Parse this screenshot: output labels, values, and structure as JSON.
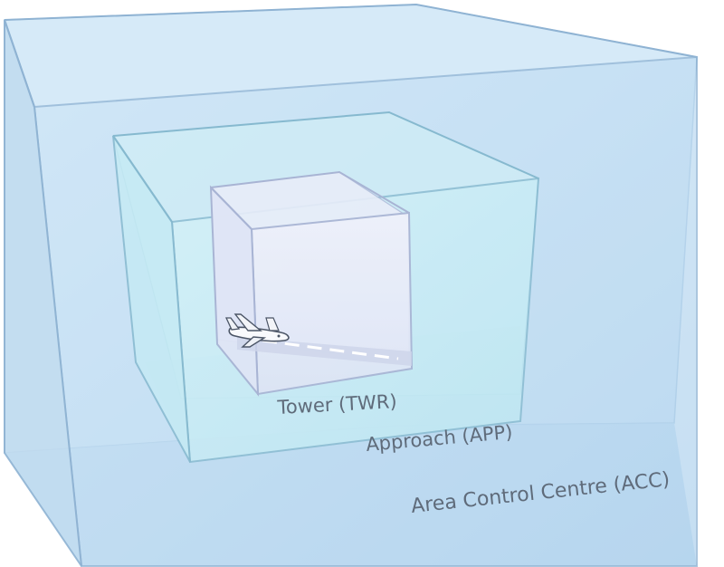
{
  "labels": {
    "tower": "Tower (TWR)",
    "approach": "Approach (APP)",
    "acc": "Area Control Centre (ACC)"
  },
  "colors": {
    "acc_face": "#bedcf2",
    "acc_back": "#d3e8f7",
    "acc_edge": "#8fb3d3",
    "app_face": "#c8ecf5",
    "app_edge": "#86b9cf",
    "twr_face": "#e3e9f7",
    "twr_edge": "#a8b4d4",
    "label": "#5f6b7a"
  },
  "icons": {
    "aircraft": "airplane-icon",
    "runway": "runway-marking"
  }
}
